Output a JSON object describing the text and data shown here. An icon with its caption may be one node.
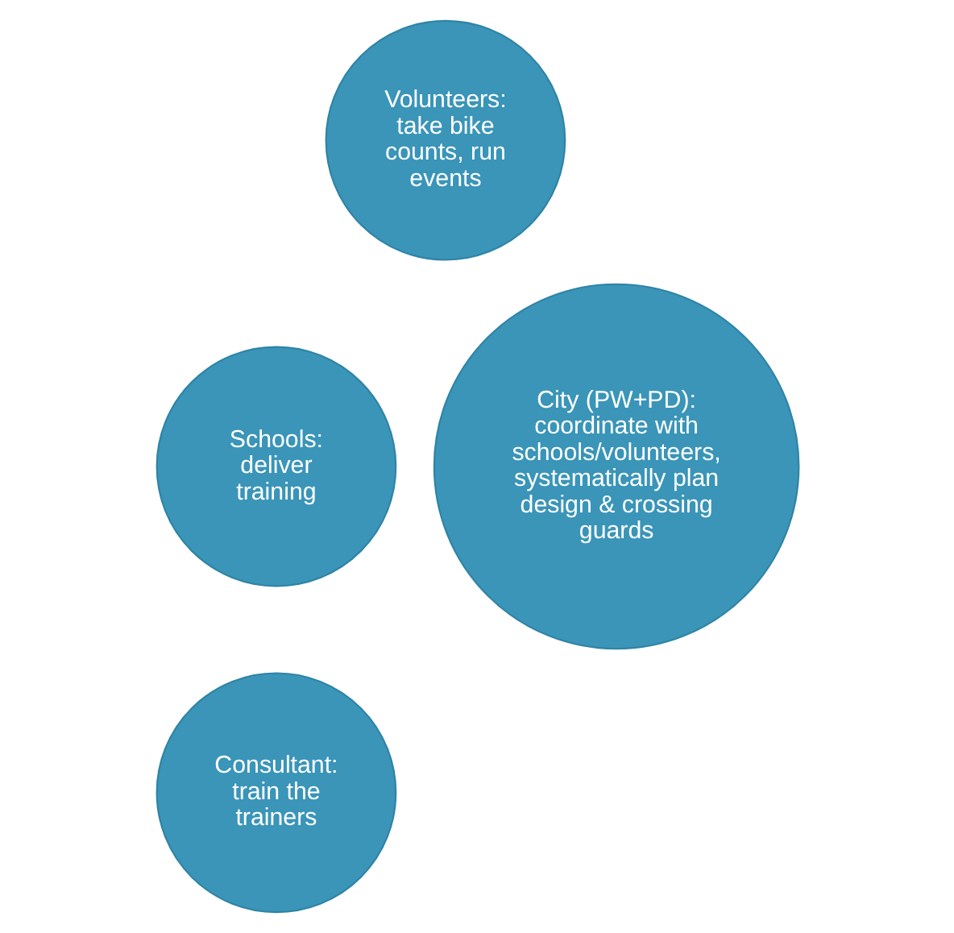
{
  "diagram": {
    "nodes": [
      {
        "text": [
          "Volunteers: take bike counts, run events"
        ]
      },
      {
        "text": [
          "Schools: deliver training"
        ]
      },
      {
        "text": [
          "City (PW+PD): coordinate with schools/volunteers, systematically plan design & crossing guards"
        ]
      },
      {
        "text": [
          "Consultant: train the trainers"
        ]
      }
    ]
  }
}
